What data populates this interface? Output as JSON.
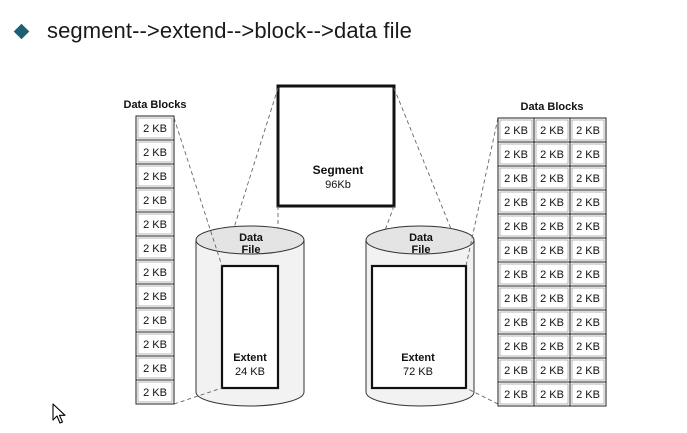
{
  "slide": {
    "title": "segment-->extend-->block-->data file",
    "bullet_color": "#1f5f72"
  },
  "diagram": {
    "segment": {
      "label": "Segment",
      "size": "96Kb"
    },
    "left": {
      "blocks_title": "Data Blocks",
      "block_label": "2 KB",
      "rows": 12,
      "cols": 1,
      "data_file_label_1": "Data",
      "data_file_label_2": "File",
      "extent_label": "Extent",
      "extent_size": "24 KB"
    },
    "right": {
      "blocks_title": "Data Blocks",
      "block_label": "2 KB",
      "rows": 12,
      "cols": 3,
      "data_file_label_1": "Data",
      "data_file_label_2": "File",
      "extent_label": "Extent",
      "extent_size": "72 KB"
    }
  },
  "pointer": {
    "icon": "mouse-pointer-icon"
  }
}
